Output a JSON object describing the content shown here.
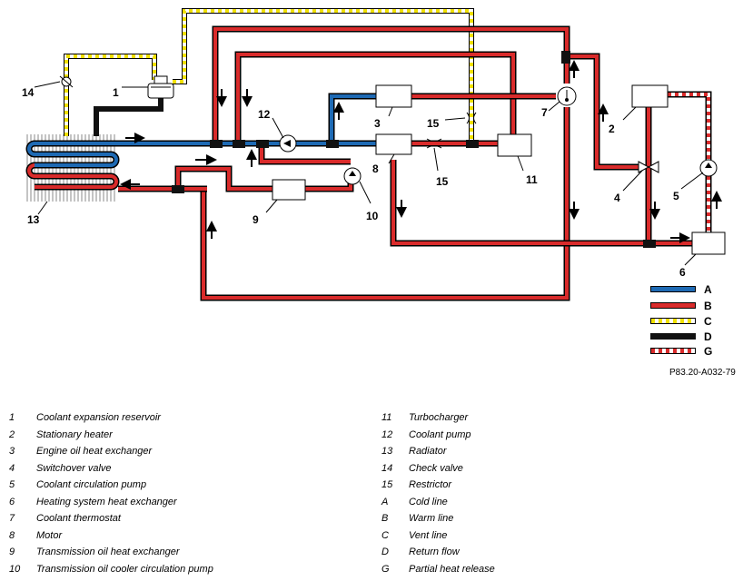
{
  "diagram": {
    "reference": "P83.20-A032-79",
    "components": {
      "c1": "1",
      "c2": "2",
      "c3": "3",
      "c4": "4",
      "c5": "5",
      "c6": "6",
      "c7": "7",
      "c8": "8",
      "c9": "9",
      "c10": "10",
      "c11": "11",
      "c12": "12",
      "c13": "13",
      "c14": "14",
      "c15a": "15",
      "c15b": "15"
    },
    "line_legend": [
      {
        "key": "A",
        "color": "#1e6ab4",
        "style": "solid"
      },
      {
        "key": "B",
        "color": "#d92b2b",
        "style": "solid"
      },
      {
        "key": "C",
        "color": "#f0e000",
        "style": "dashed-yellow"
      },
      {
        "key": "D",
        "color": "#111111",
        "style": "solid"
      },
      {
        "key": "G",
        "color": "#d92b2b",
        "style": "dashed-white"
      }
    ]
  },
  "legend": {
    "left": [
      {
        "num": "1",
        "text": "Coolant expansion reservoir"
      },
      {
        "num": "2",
        "text": "Stationary heater"
      },
      {
        "num": "3",
        "text": "Engine oil heat exchanger"
      },
      {
        "num": "4",
        "text": "Switchover valve"
      },
      {
        "num": "5",
        "text": "Coolant circulation pump"
      },
      {
        "num": "6",
        "text": "Heating system heat exchanger"
      },
      {
        "num": "7",
        "text": "Coolant thermostat"
      },
      {
        "num": "8",
        "text": "Motor"
      },
      {
        "num": "9",
        "text": "Transmission oil heat exchanger"
      },
      {
        "num": "10",
        "text": "Transmission oil cooler circulation pump"
      }
    ],
    "right": [
      {
        "num": "11",
        "text": "Turbocharger"
      },
      {
        "num": "12",
        "text": "Coolant pump"
      },
      {
        "num": "13",
        "text": "Radiator"
      },
      {
        "num": "14",
        "text": "Check valve"
      },
      {
        "num": "15",
        "text": "Restrictor"
      },
      {
        "num": "A",
        "text": "Cold line"
      },
      {
        "num": "B",
        "text": "Warm line"
      },
      {
        "num": "C",
        "text": "Vent line"
      },
      {
        "num": "D",
        "text": "Return flow"
      },
      {
        "num": "G",
        "text": "Partial heat release"
      }
    ]
  }
}
